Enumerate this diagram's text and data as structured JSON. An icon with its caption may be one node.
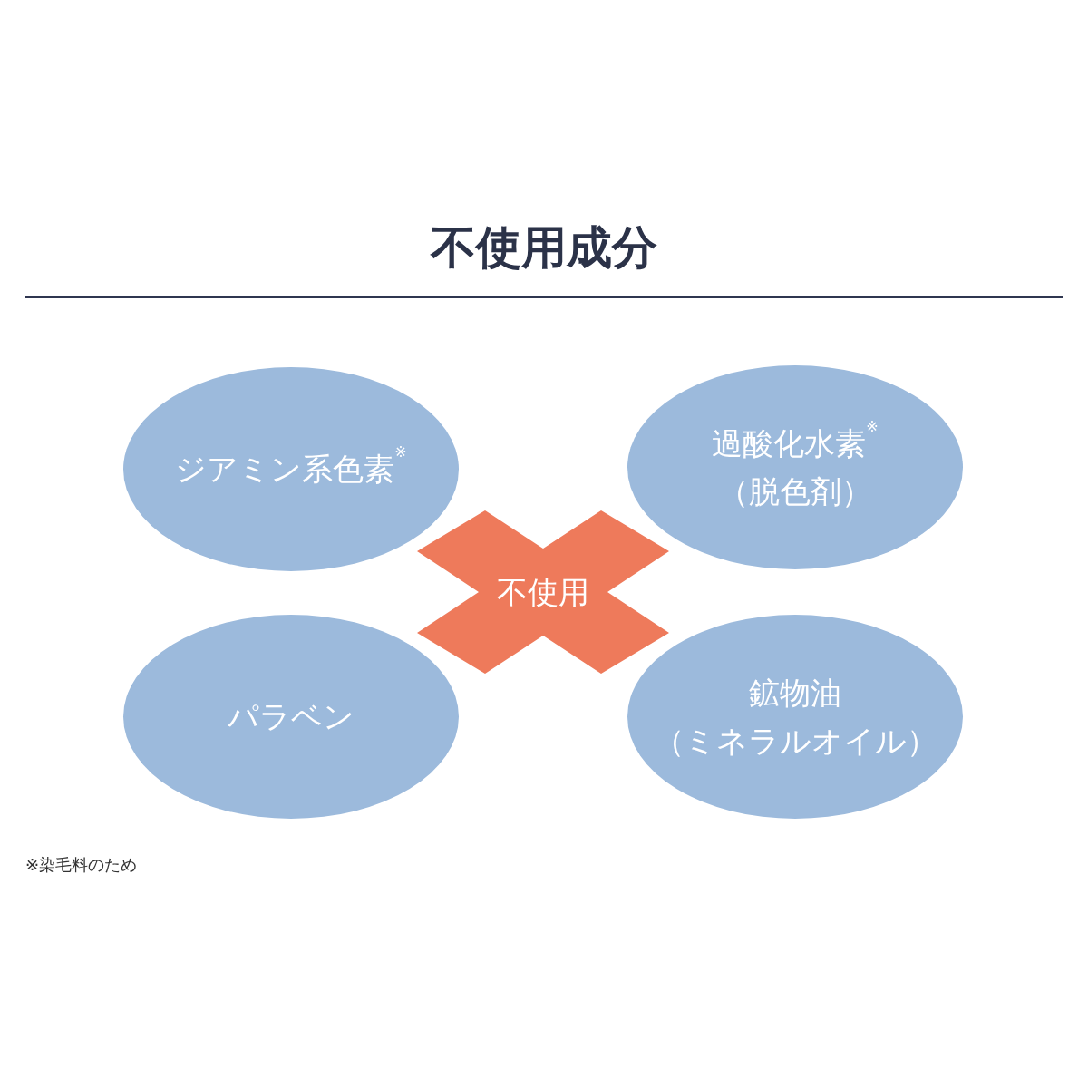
{
  "diagram": {
    "title": "不使用成分",
    "nodes": [
      {
        "text": [
          "ジアミン系色素$^{※}$"
        ]
      },
      {
        "text": [
          "過酸化水素$^{※}$（脱色剤）"
        ]
      },
      {
        "text": [
          "不使用"
        ]
      },
      {
        "text": [
          "パラベン"
        ]
      },
      {
        "text": [
          "鉱物油（ミネラルオイル）"
        ]
      }
    ],
    "edges": [],
    "labels": [
      "※染毛料のため"
    ]
  }
}
